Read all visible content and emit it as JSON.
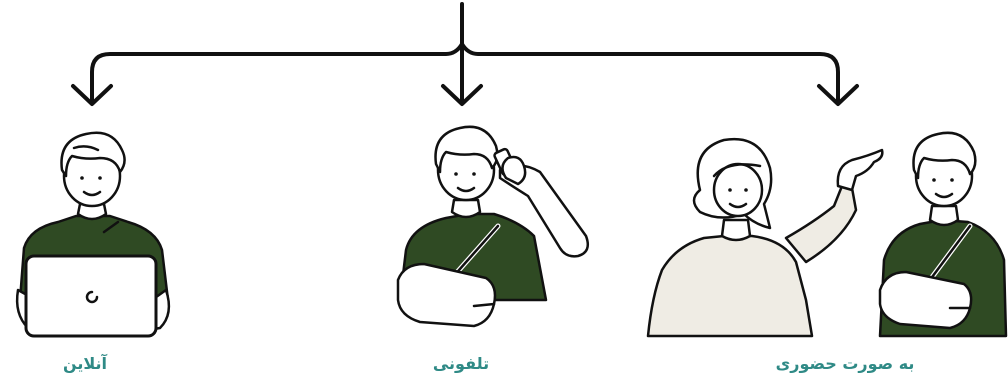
{
  "colors": {
    "line": "#111111",
    "shirt": "#2f4a23",
    "sweater": "#efece4",
    "caption": "#2f8a86",
    "skin": "#ffffff"
  },
  "options": [
    {
      "id": "online",
      "label": "آنلاین",
      "icon": "person-with-laptop-icon"
    },
    {
      "id": "phone",
      "label": "تلفونی",
      "icon": "person-on-phone-icon"
    },
    {
      "id": "in_person",
      "label": "به صورت حضوری",
      "icon": "two-people-meeting-icon"
    }
  ]
}
